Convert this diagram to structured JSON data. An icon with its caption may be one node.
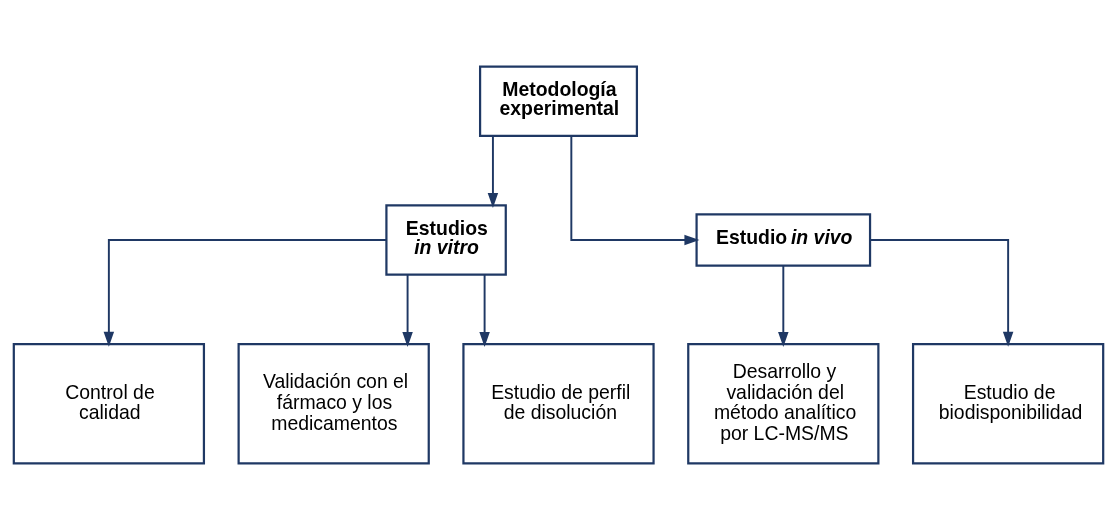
{
  "diagram": {
    "nodes": [
      {
        "text": [
          "Metodología experimental"
        ]
      },
      {
        "text": [
          "Estudios *in vitro*"
        ]
      },
      {
        "text": [
          "Estudio *in vivo*"
        ]
      },
      {
        "text": [
          "Control de calidad"
        ]
      },
      {
        "text": [
          "Validación con el fármaco y los medicamentos"
        ]
      },
      {
        "text": [
          "Estudio de perfil de disolución"
        ]
      },
      {
        "text": [
          "Desarrollo y validación del método analítico por LC-MS/MS"
        ]
      },
      {
        "text": [
          "Estudio de biodisponibilidad"
        ]
      }
    ],
    "edges": [
      {
        "from": 0,
        "to": 1,
        "arrow": "to"
      },
      {
        "from": 0,
        "to": 2,
        "arrow": "to"
      },
      {
        "from": 1,
        "to": 3,
        "arrow": "to"
      },
      {
        "from": 1,
        "to": 4,
        "arrow": "to"
      },
      {
        "from": 1,
        "to": 5,
        "arrow": "to"
      },
      {
        "from": 2,
        "to": 6,
        "arrow": "to"
      },
      {
        "from": 2,
        "to": 7,
        "arrow": "to"
      }
    ]
  }
}
